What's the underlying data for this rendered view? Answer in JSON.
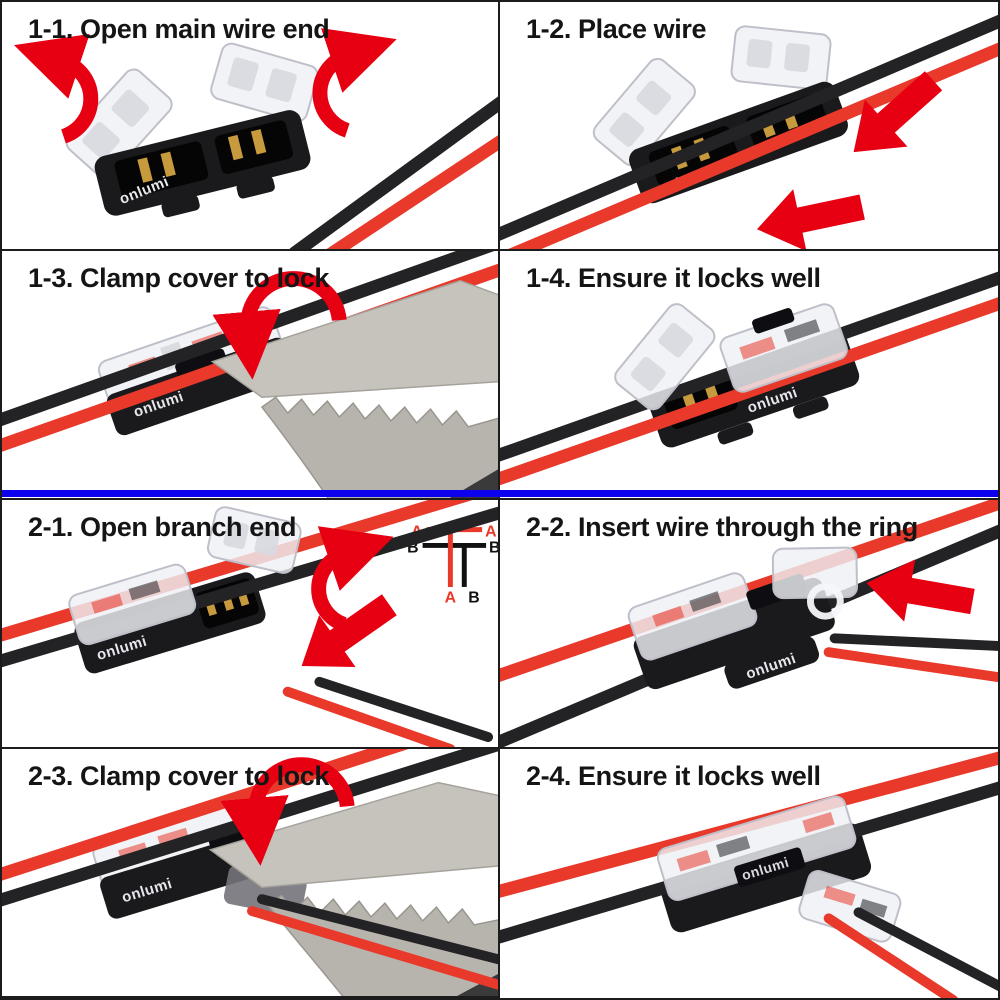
{
  "brand": "onlumi",
  "panels": [
    {
      "id": "1-1",
      "title": "1-1. Open main wire end"
    },
    {
      "id": "1-2",
      "title": "1-2. Place wire"
    },
    {
      "id": "1-3",
      "title": "1-3. Clamp cover to lock"
    },
    {
      "id": "1-4",
      "title": "1-4. Ensure it locks well"
    },
    {
      "id": "2-1",
      "title": "2-1. Open branch end"
    },
    {
      "id": "2-2",
      "title": "2-2. Insert wire through the ring"
    },
    {
      "id": "2-3",
      "title": "2-3. Clamp cover to lock"
    },
    {
      "id": "2-4",
      "title": "2-4. Ensure it locks well"
    }
  ],
  "inset_diagram": {
    "left_top": "A",
    "left_mid": "B",
    "right_top": "A",
    "right_mid": "B",
    "bottom_first": "A",
    "bottom_second": "B"
  },
  "colors": {
    "divider_blue": "#0d00ee",
    "arrow_red": "#e60012",
    "wire_red": "#e8392b",
    "wire_black": "#232326",
    "panel_border": "#1c1c1c",
    "title_text": "#151515",
    "pliers_metal": "#c6c3bd",
    "connector_body": "#1a1a1d",
    "contact_brass": "#c79a3d"
  }
}
